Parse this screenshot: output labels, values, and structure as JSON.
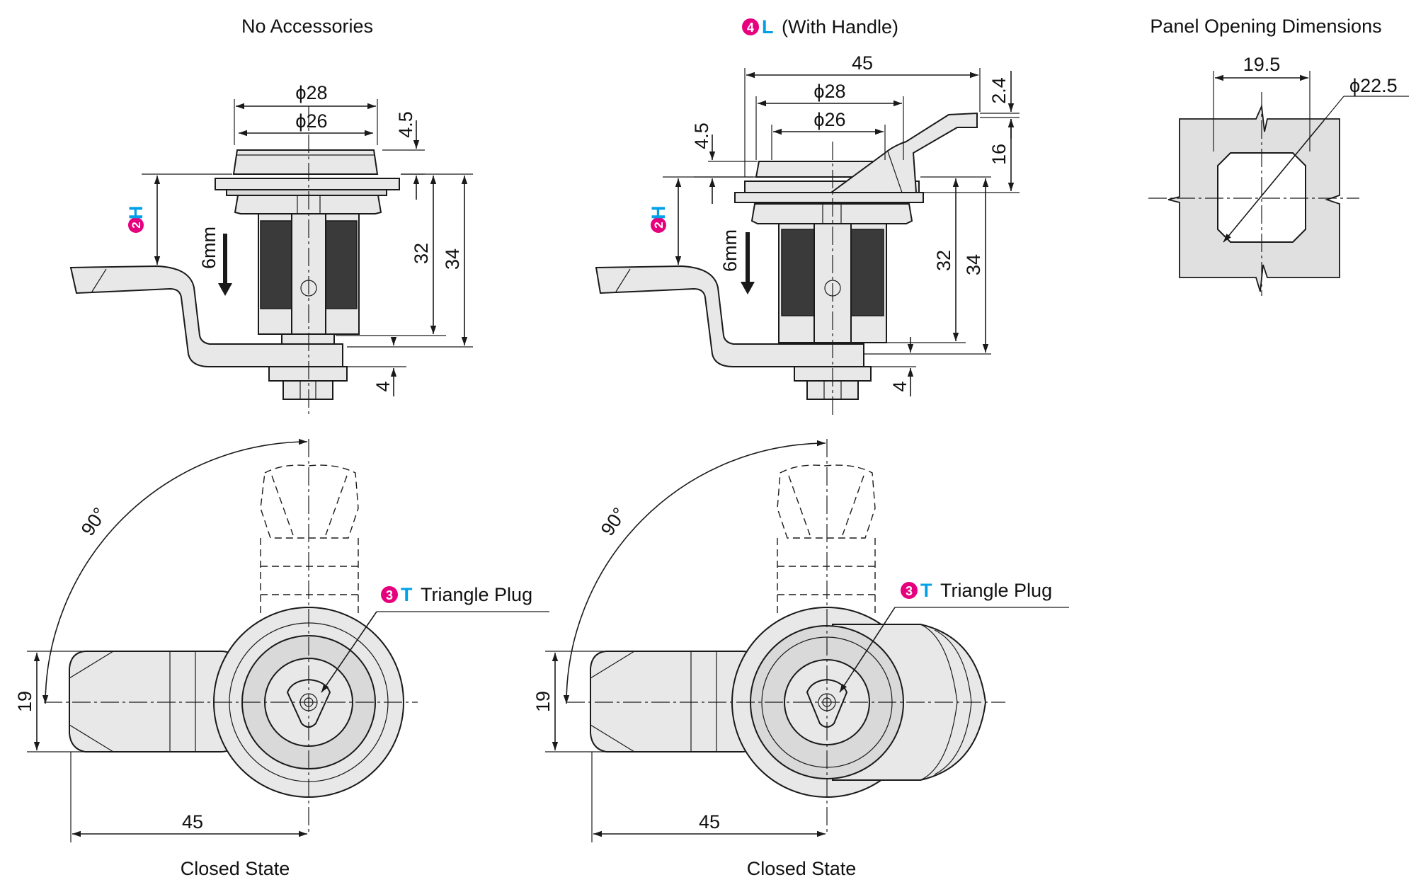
{
  "views": {
    "no_accessories": {
      "title": "No Accessories"
    },
    "with_handle": {
      "title": "(With Handle)",
      "badge_num": "4",
      "badge_code": "L"
    },
    "panel": {
      "title": "Panel Opening Dimensions"
    }
  },
  "callouts": {
    "h_num": "2",
    "h_code": "H",
    "t_num": "3",
    "t_code": "T",
    "t_label": "Triangle Plug"
  },
  "dims": {
    "d28": "ϕ28",
    "d26": "ϕ26",
    "d4_5": "4.5",
    "d32": "32",
    "d34": "34",
    "d4": "4",
    "d6mm": "6mm",
    "d45": "45",
    "d2_4": "2.4",
    "d16": "16",
    "d19_5": "19.5",
    "d22_5": "ϕ22.5",
    "d90": "90°",
    "d19": "19"
  },
  "captions": {
    "closed_state": "Closed State"
  },
  "colors": {
    "magenta": "#e6007e",
    "cyan": "#00a0e9",
    "part_fill": "#e8e8e8",
    "panel_fill": "#e0e0e0"
  }
}
